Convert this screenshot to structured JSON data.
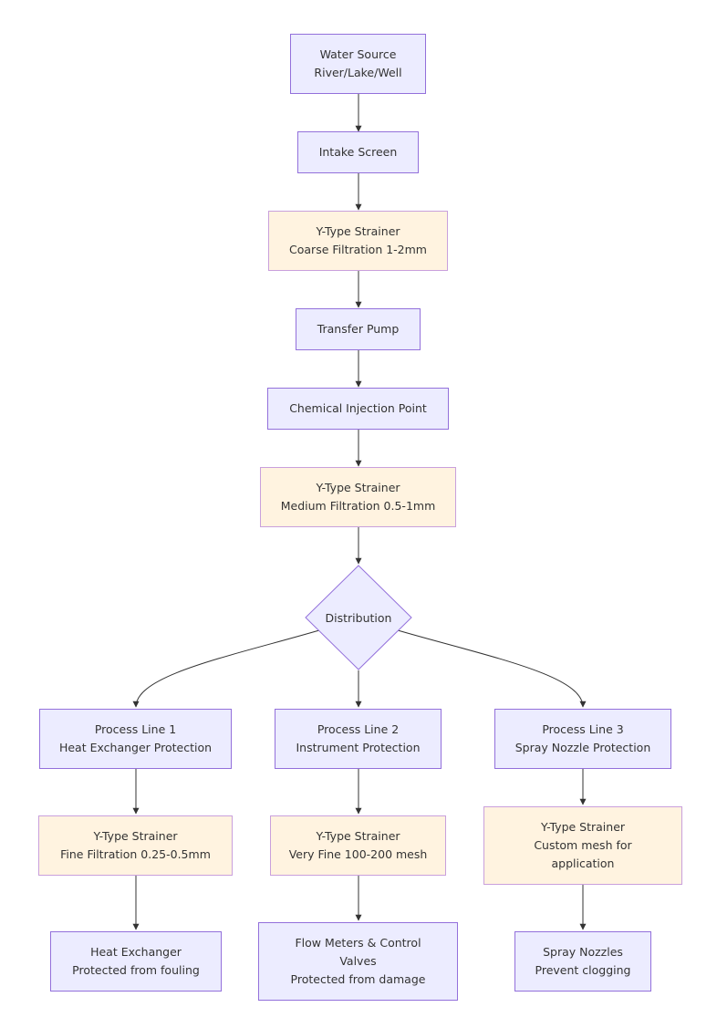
{
  "colors": {
    "node_fill": "#ececff",
    "node_stroke": "#9370db",
    "strainer_fill": "#fff3e0",
    "strainer_stroke": "#c9a0dc",
    "edge": "#333333"
  },
  "nodes": {
    "water_source": {
      "line1": "Water Source",
      "line2": "River/Lake/Well"
    },
    "intake_screen": {
      "line1": "Intake Screen"
    },
    "strainer_coarse": {
      "line1": "Y-Type Strainer",
      "line2": "Coarse Filtration 1-2mm"
    },
    "transfer_pump": {
      "line1": "Transfer Pump"
    },
    "chemical_injection": {
      "line1": "Chemical Injection Point"
    },
    "strainer_medium": {
      "line1": "Y-Type Strainer",
      "line2": "Medium Filtration 0.5-1mm"
    },
    "distribution": {
      "line1": "Distribution"
    },
    "process_line_1": {
      "line1": "Process Line 1",
      "line2": "Heat Exchanger Protection"
    },
    "process_line_2": {
      "line1": "Process Line 2",
      "line2": "Instrument Protection"
    },
    "process_line_3": {
      "line1": "Process Line 3",
      "line2": "Spray Nozzle Protection"
    },
    "strainer_fine": {
      "line1": "Y-Type Strainer",
      "line2": "Fine Filtration 0.25-0.5mm"
    },
    "strainer_very_fine": {
      "line1": "Y-Type Strainer",
      "line2": "Very Fine 100-200 mesh"
    },
    "strainer_custom": {
      "line1": "Y-Type Strainer",
      "line2": "Custom mesh for",
      "line3": "application"
    },
    "heat_exchanger": {
      "line1": "Heat Exchanger",
      "line2": "Protected from fouling"
    },
    "flow_meters": {
      "line1": "Flow Meters & Control",
      "line2": "Valves",
      "line3": "Protected from damage"
    },
    "spray_nozzles": {
      "line1": "Spray Nozzles",
      "line2": "Prevent clogging"
    }
  }
}
